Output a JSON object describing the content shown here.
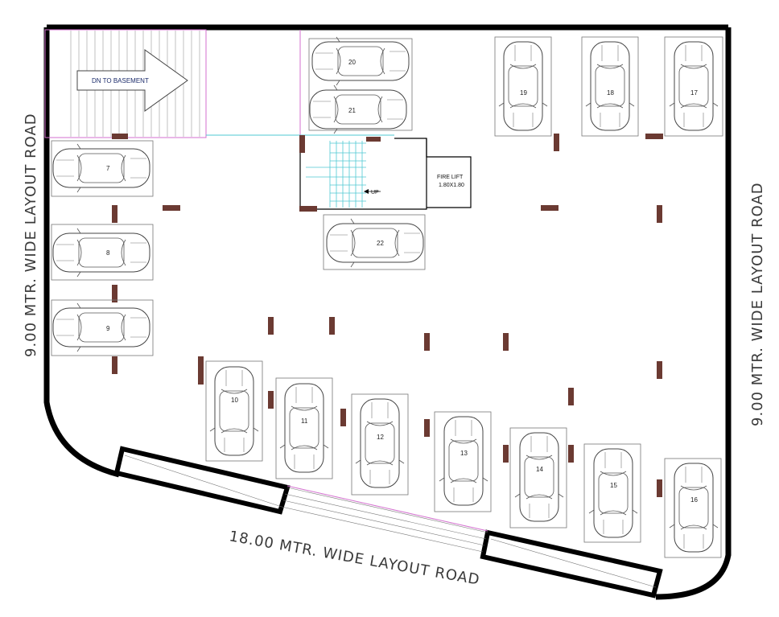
{
  "labels": {
    "road_left": "9.00 MTR. WIDE LAYOUT ROAD",
    "road_right": "9.00 MTR. WIDE LAYOUT ROAD",
    "road_bottom": "18.00 MTR. WIDE LAYOUT ROAD",
    "ramp": "DN TO BASEMENT",
    "lift_line1": "FIRE LIFT",
    "lift_line2": "1.80X1.80",
    "stair_up": "UP"
  },
  "parking": {
    "horizontal_slots": [
      "20",
      "21",
      "7",
      "8",
      "9",
      "22"
    ],
    "vertical_slots": [
      "19",
      "18",
      "17",
      "10",
      "11",
      "12",
      "13",
      "14",
      "15",
      "16"
    ]
  },
  "colors": {
    "wall": "#000000",
    "column": "#6b3a32",
    "magenta_line": "#d36fcf",
    "cyan_line": "#4fc9d3"
  }
}
